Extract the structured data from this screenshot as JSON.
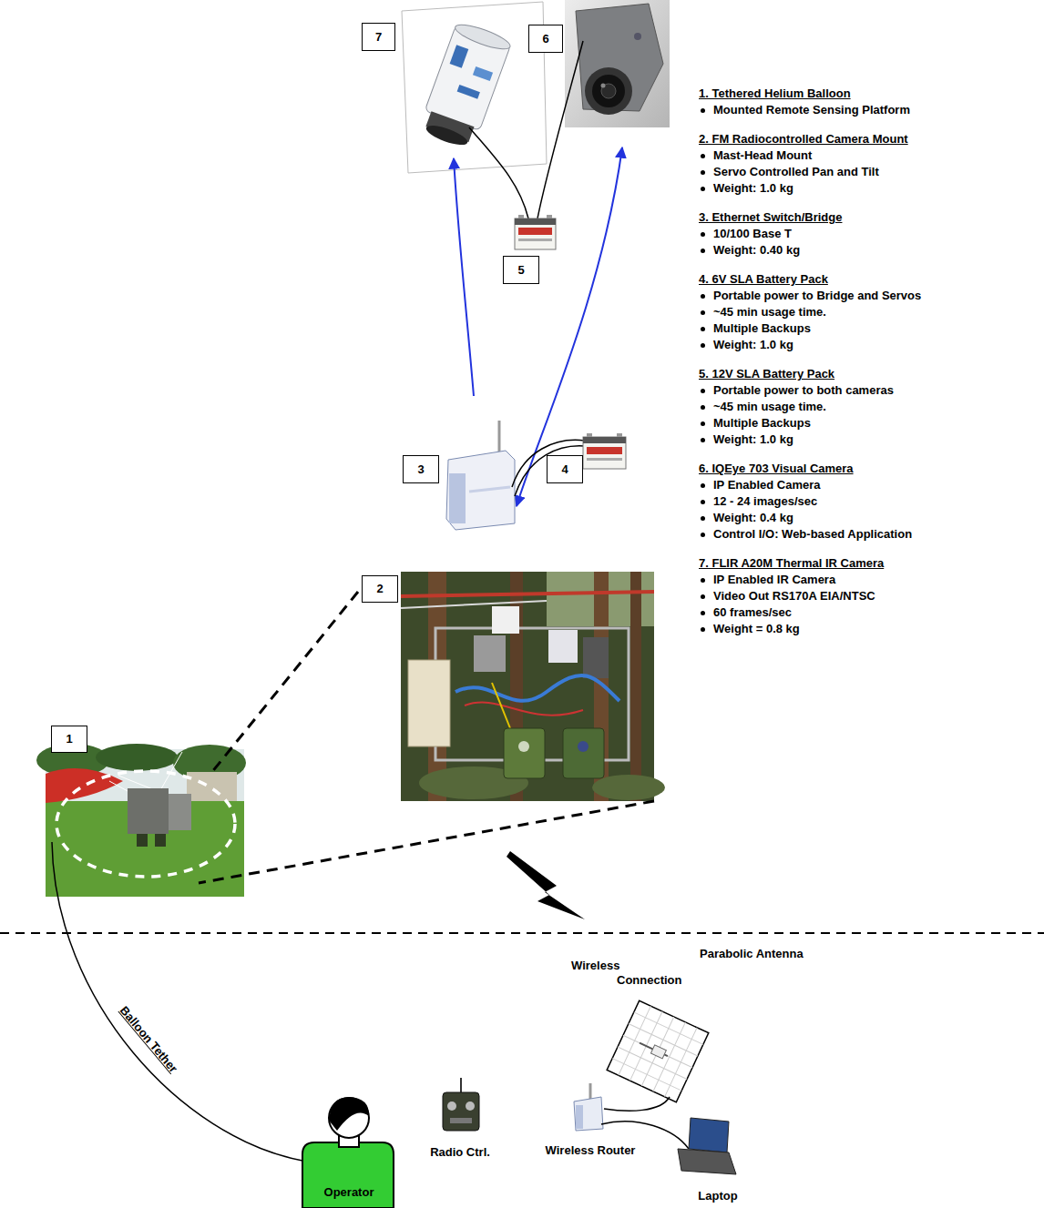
{
  "diagram": {
    "nodes": [
      {
        "text": [
          "7"
        ]
      },
      {
        "text": [
          "6"
        ]
      },
      {
        "text": [
          "5"
        ]
      },
      {
        "text": [
          "3"
        ]
      },
      {
        "text": [
          "4"
        ]
      },
      {
        "text": [
          "2"
        ]
      },
      {
        "text": [
          "1"
        ]
      }
    ],
    "labels": [
      "1. Tethered Helium Balloon",
      "Mounted Remote Sensing Platform",
      "2. FM Radiocontrolled Camera Mount",
      "Mast-Head Mount",
      "Servo Controlled Pan and Tilt",
      "Weight: 1.0 kg",
      "3. Ethernet Switch/Bridge",
      "10/100 Base T",
      "Weight: 0.40 kg",
      "4. 6V SLA Battery Pack",
      "Portable power to Bridge and Servos",
      "~45 min usage time.",
      "Multiple Backups",
      "Weight: 1.0 kg",
      "5. 12V SLA Battery Pack",
      "Portable power to both cameras",
      "~45 min usage time.",
      "Multiple Backups",
      "Weight: 1.0 kg",
      "6. IQEye 703 Visual Camera",
      "IP Enabled Camera",
      "12 - 24 images/sec",
      "Weight: 0.4 kg",
      "Control I/O: Web-based Application",
      "7. FLIR A20M Thermal IR Camera",
      "IP Enabled IR Camera",
      "Video Out RS170A EIA/NTSC",
      "60 frames/sec",
      "Weight = 0.8 kg",
      "Wireless Connection",
      "Parabolic Antenna",
      "Balloon Tether",
      "Radio Ctrl.",
      "Operator",
      "Wireless Router",
      "Laptop"
    ]
  }
}
